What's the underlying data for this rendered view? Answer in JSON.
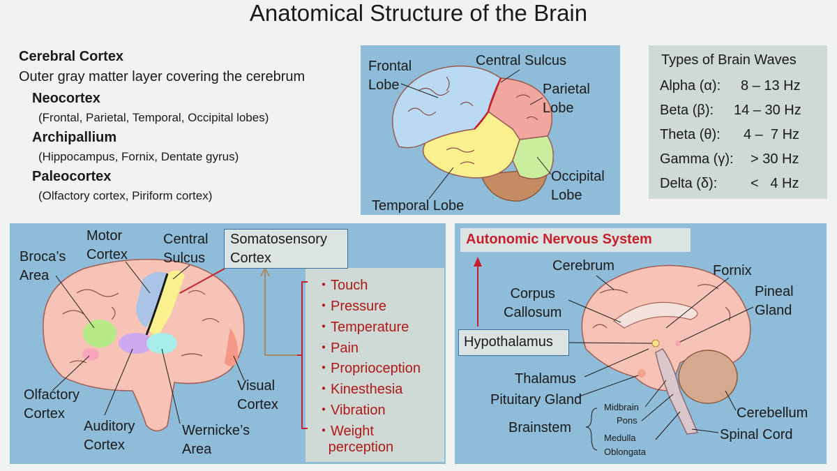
{
  "title": "Anatomical Structure of the Brain",
  "cortex": {
    "heading": "Cerebral Cortex",
    "description": "Outer gray matter layer covering the cerebrum",
    "items": [
      {
        "name": "Neocortex",
        "detail": "(Frontal, Parietal, Temporal, Occipital lobes)"
      },
      {
        "name": "Archipallium",
        "detail": "(Hippocampus, Fornix, Dentate gyrus)"
      },
      {
        "name": "Paleocortex",
        "detail": "(Olfactory cortex, Piriform cortex)"
      }
    ]
  },
  "lobes": {
    "frontal": "Frontal\nLobe",
    "central_sulcus": "Central Sulcus",
    "parietal": "Parietal\nLobe",
    "occipital": "Occipital\nLobe",
    "temporal": "Temporal Lobe"
  },
  "waves": {
    "heading": "Types of Brain Waves",
    "rows": [
      {
        "name": "Alpha (α):",
        "range": "8 – 13 Hz"
      },
      {
        "name": "Beta (β):",
        "range": "14 – 30 Hz"
      },
      {
        "name": "Theta (θ):",
        "range": "4 –  7 Hz"
      },
      {
        "name": "Gamma (γ):",
        "range": "> 30 Hz"
      },
      {
        "name": "Delta (δ):",
        "range": "<   4 Hz"
      }
    ]
  },
  "areas": {
    "motor": "Motor\nCortex",
    "sulcus": "Central\nSulcus",
    "somatosensory": "Somatosensory\nCortex",
    "broca": "Broca’s\nArea",
    "olfactory": "Olfactory\nCortex",
    "auditory": "Auditory\nCortex",
    "wernicke": "Wernicke’s\nArea",
    "visual": "Visual\nCortex"
  },
  "senses": [
    "・Touch",
    "・Pressure",
    "・Temperature",
    "・Pain",
    "・Proprioception",
    "・Kinesthesia",
    "・Vibration",
    "・Weight",
    "   perception"
  ],
  "ans": {
    "heading": "Autonomic Nervous System",
    "cerebrum": "Cerebrum",
    "fornix": "Fornix",
    "corpus": "Corpus\nCallosum",
    "pineal": "Pineal\nGland",
    "hypothalamus": "Hypothalamus",
    "thalamus": "Thalamus",
    "pituitary": "Pituitary Gland",
    "midbrain": "Midbrain",
    "pons": "Pons",
    "medulla": "Medulla\nOblongata",
    "brainstem": "Brainstem",
    "cerebellum": "Cerebellum",
    "spinal": "Spinal Cord"
  },
  "colors": {
    "panel": "#8fbcd8",
    "frontal": "#b9daf2",
    "parietal": "#f1a7a0",
    "temporal": "#fbf08e",
    "occipital": "#c9ef9e",
    "brain": "#f7c3b6",
    "sulcus_line": "#c8202a",
    "ans_red": "#c8202a"
  }
}
